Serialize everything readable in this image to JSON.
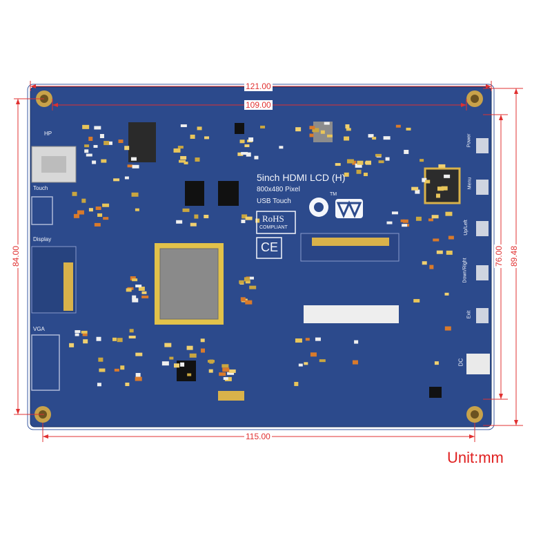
{
  "dimensions": {
    "width_outer": "121.00",
    "width_holes": "109.00",
    "width_bottom": "115.00",
    "height_left": "84.00",
    "height_holes": "76.00",
    "height_outer": "89.48"
  },
  "unit_label": "Unit:mm",
  "board": {
    "title": "5inch HDMI LCD (H)",
    "resolution": "800x480 Pixel",
    "usb_touch": "USB Touch",
    "rohs": "RoHS",
    "rohs_sub": "COMPLIANT",
    "ce": "CE",
    "tm": "TM",
    "labels": {
      "hp": "HP",
      "touch": "Touch",
      "display": "Display",
      "vga": "VGA",
      "power": "Power",
      "menu": "Menu",
      "up_left": "Up/Left",
      "down_right": "Down/Right",
      "exit": "Exit",
      "dc": "DC"
    }
  },
  "colors": {
    "pcb": "#2c4a8c",
    "dimension": "#e03030",
    "mount_hole": "#c8a24a"
  }
}
